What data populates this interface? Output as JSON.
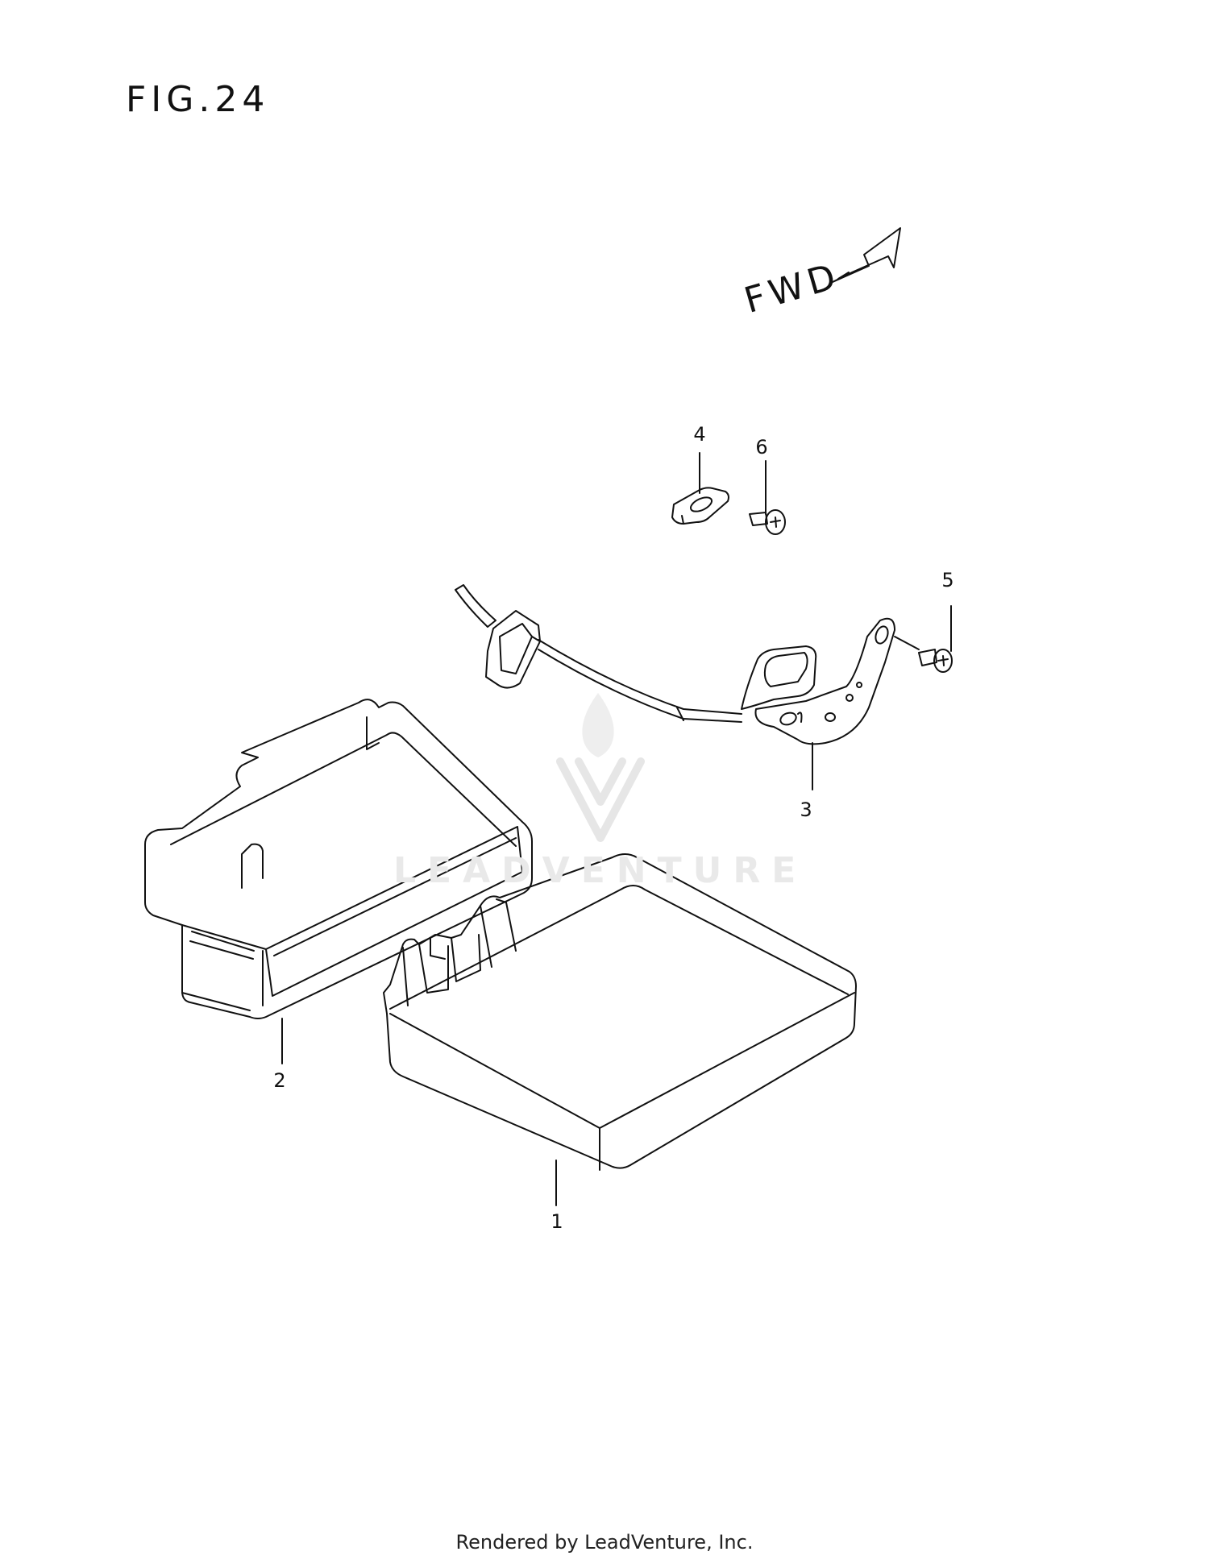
{
  "figure": {
    "title": "FIG.24",
    "direction_label": "FWD"
  },
  "callouts": {
    "part1": "1",
    "part2": "2",
    "part3": "3",
    "part4": "4",
    "part5": "5",
    "part6": "6"
  },
  "watermark": {
    "brand": "LEADVENTURE"
  },
  "footer": {
    "text": "Rendered by LeadVenture, Inc."
  },
  "colors": {
    "line": "#111111",
    "watermark": "#e6e6e6"
  }
}
